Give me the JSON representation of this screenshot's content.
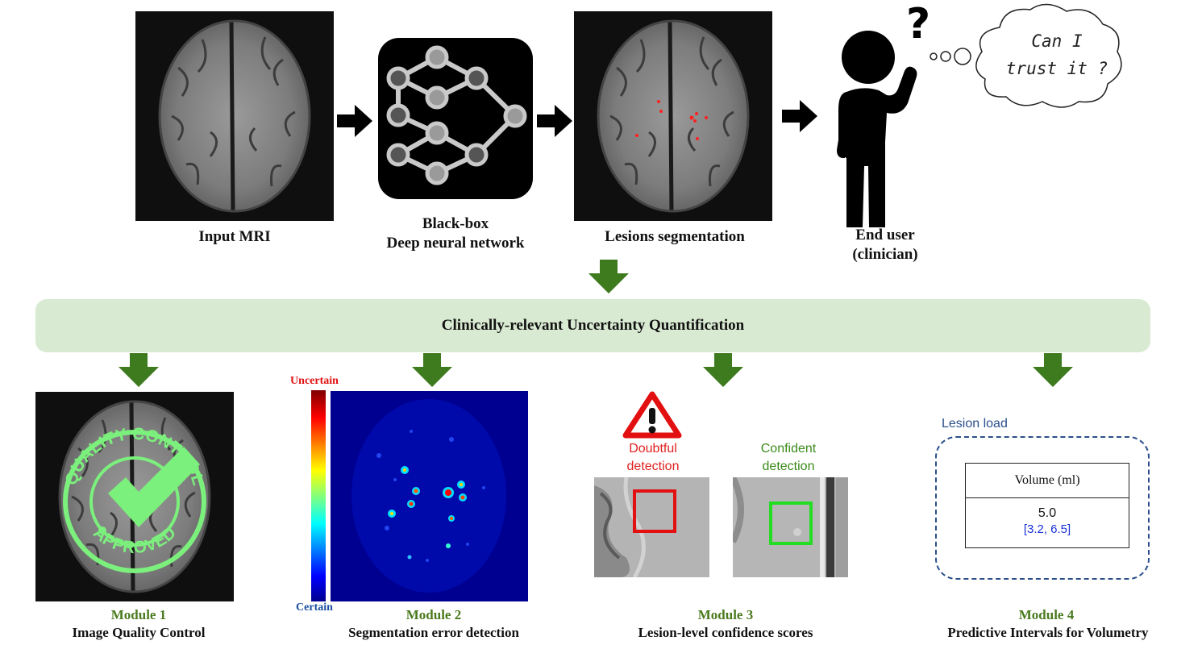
{
  "pipeline": {
    "input_label": "Input MRI",
    "network_label_1": "Black-box",
    "network_label_2": "Deep neural network",
    "segmentation_label": "Lesions segmentation",
    "user_label_1": "End user",
    "user_label_2": "(clinician)",
    "thought": "Can I trust it ?",
    "thought_line1": "Can I",
    "thought_line2": "trust it ?"
  },
  "uq_banner": "Clinically-relevant Uncertainty Quantification",
  "modules": [
    {
      "title": "Module 1",
      "subtitle": "Image Quality Control",
      "stamp_top": "QUALITY CONTROL",
      "stamp_bottom": "APPROVED"
    },
    {
      "title": "Module 2",
      "subtitle": "Segmentation error detection",
      "scale_top": "Uncertain",
      "scale_bottom": "Certain"
    },
    {
      "title": "Module 3",
      "subtitle": "Lesion-level confidence scores",
      "doubtful_1": "Doubtful",
      "doubtful_2": "detection",
      "confident_1": "Confident",
      "confident_2": "detection"
    },
    {
      "title": "Module 4",
      "subtitle": "Predictive Intervals for Volumetry",
      "box_label": "Lesion load",
      "table_header": "Volume (ml)",
      "value": "5.0",
      "interval": "[3.2, 6.5]"
    }
  ],
  "colors": {
    "green_arrow": "#3e7a1e",
    "banner": "#d8ead1",
    "module_title": "#4a7a1e",
    "doubtful": "#e02020",
    "confident": "#3a8a1a",
    "lesion_load_border": "#2a4f8a",
    "interval": "#1a32d8",
    "stamp": "#7cf07c"
  },
  "icons": [
    "arrow-right-icon",
    "arrow-down-icon",
    "neural-network-icon",
    "person-icon",
    "question-mark-icon",
    "thought-cloud-icon",
    "warning-icon",
    "checkmark-icon"
  ]
}
